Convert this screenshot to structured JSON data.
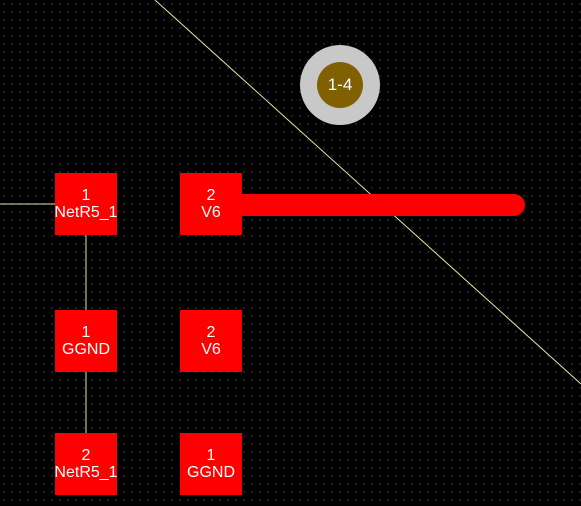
{
  "board": {
    "background_color": "#000000",
    "trace_color": "#ff0000",
    "guide_line_color": "#e6e6a0"
  },
  "via": {
    "label": "1-4",
    "ring_color": "#c8c8c8",
    "core_color": "#806000"
  },
  "pads": [
    {
      "number": "1",
      "net": "NetR5_1"
    },
    {
      "number": "2",
      "net": "V6"
    },
    {
      "number": "1",
      "net": "GGND"
    },
    {
      "number": "2",
      "net": "V6"
    },
    {
      "number": "2",
      "net": "NetR5_1"
    },
    {
      "number": "1",
      "net": "GGND"
    }
  ]
}
